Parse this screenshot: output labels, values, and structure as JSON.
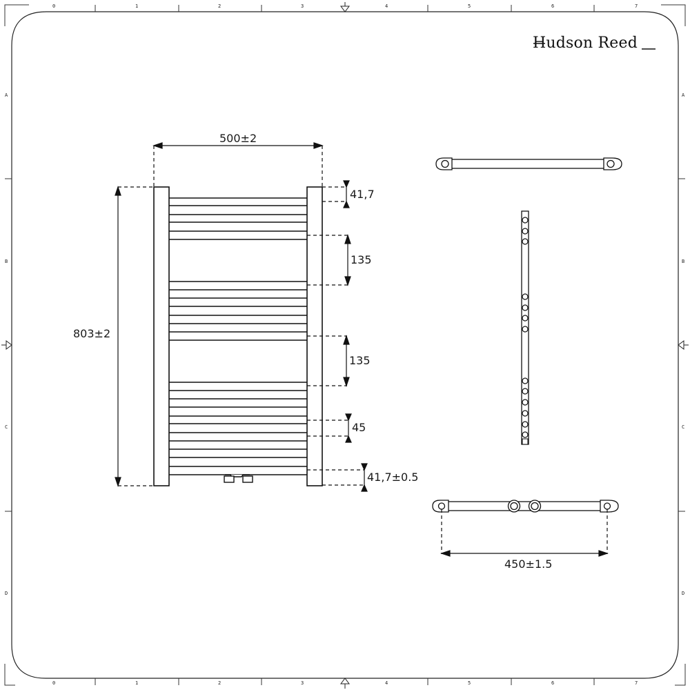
{
  "brand": {
    "name": "Hudson Reed"
  },
  "frame": {
    "column_labels": [
      "0",
      "1",
      "2",
      "3",
      "4",
      "5",
      "6",
      "7"
    ],
    "row_labels": [
      "A",
      "B",
      "C",
      "D"
    ]
  },
  "front_view": {
    "width_dimension": "500±2",
    "height_dimension": "803±2",
    "top_offset": "41,7",
    "gap_upper": "135",
    "gap_lower": "135",
    "bar_pitch": "45",
    "bottom_offset": "41,7±0.5",
    "bar_groups": [
      {
        "name": "upper",
        "bar_count": 6
      },
      {
        "name": "middle",
        "bar_count": 8
      },
      {
        "name": "lower",
        "bar_count": 12
      }
    ]
  },
  "top_view": {
    "label": "top view rail with brackets"
  },
  "side_view": {
    "label": "side view column",
    "connector_groups": [
      3,
      4,
      6
    ]
  },
  "bottom_view": {
    "centres_dimension": "450±1.5",
    "valve_count": 2
  },
  "colors": {
    "line": "#111111",
    "frame": "#333333",
    "background": "#ffffff"
  }
}
